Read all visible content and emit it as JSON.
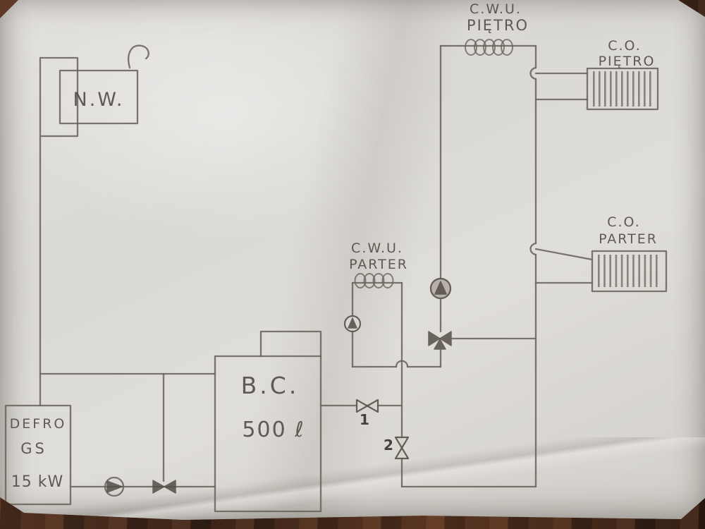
{
  "diagram": {
    "labels": {
      "cwu_pietro": {
        "l1": "C.W.U.",
        "l2": "PIĘTRO"
      },
      "co_pietro": {
        "l1": "C.O.",
        "l2": "PIĘTRO"
      },
      "co_parter": {
        "l1": "C.O.",
        "l2": "PARTER"
      },
      "cwu_parter": {
        "l1": "C.W.U.",
        "l2": "PARTER"
      },
      "expansion_tank": "N.W.",
      "boiler": {
        "l1": "DEFRO",
        "l2": "GS",
        "l3": "15 kW"
      },
      "buffer": {
        "l1": "B.C.",
        "l2": "500 ℓ"
      },
      "valve_1": "1",
      "valve_2": "2"
    },
    "colors": {
      "pencil": "#6b645c",
      "paper": "#dbd9d5",
      "wood": "#32201a"
    }
  }
}
